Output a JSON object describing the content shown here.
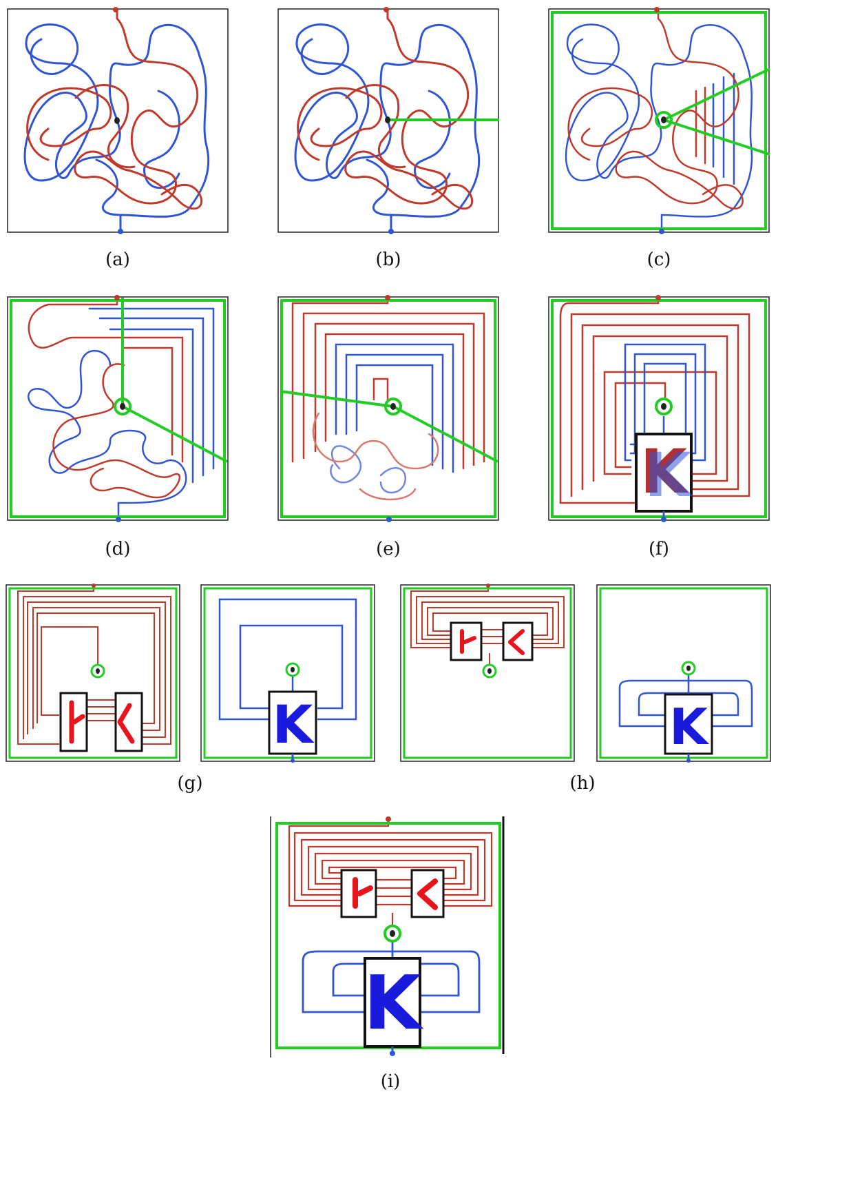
{
  "figure": {
    "captions": {
      "a": "(a)",
      "b": "(b)",
      "c": "(c)",
      "d": "(d)",
      "e": "(e)",
      "f": "(f)",
      "g": "(g)",
      "h": "(h)",
      "i": "(i)"
    },
    "box_letter": "K",
    "colors": {
      "red_strand": "#c0392b",
      "blue_strand": "#2f55d4",
      "green_cut": "#22cc22",
      "frame": "#222222",
      "letter_red": "#e8141c",
      "letter_blue": "#1a1adc"
    }
  }
}
